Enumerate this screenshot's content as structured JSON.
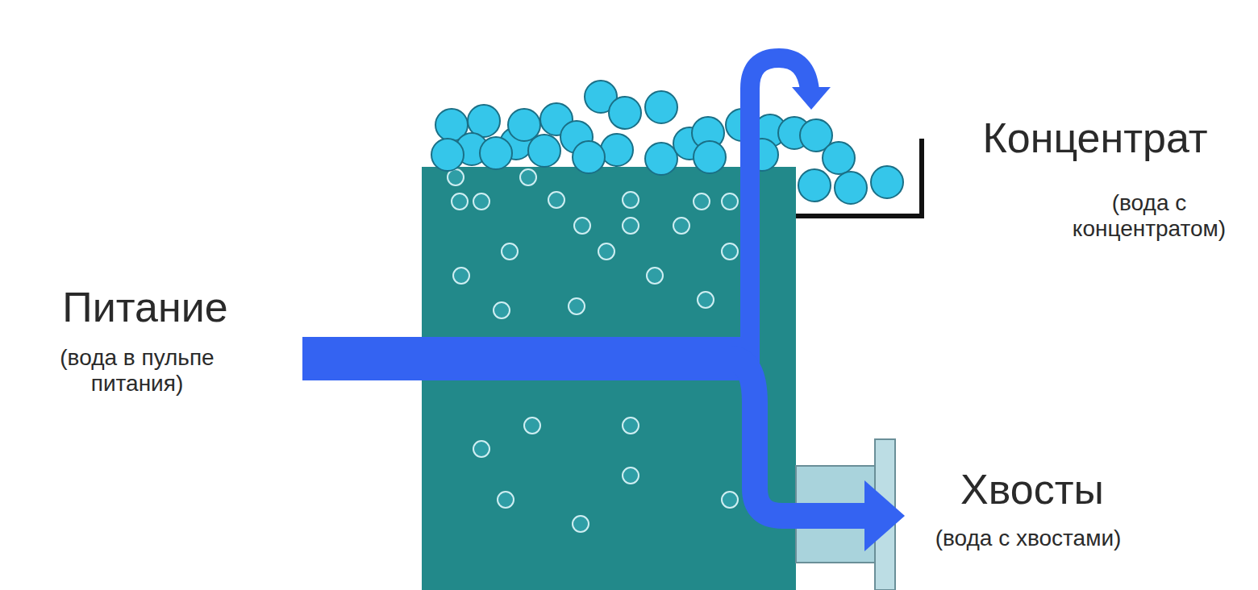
{
  "diagram": {
    "labels": [
      "Концентрат",
      "(вода с концентратом)",
      "Питание",
      "(вода в пульпе питания)",
      "Хвосты",
      "(вода с хвостами)"
    ]
  }
}
